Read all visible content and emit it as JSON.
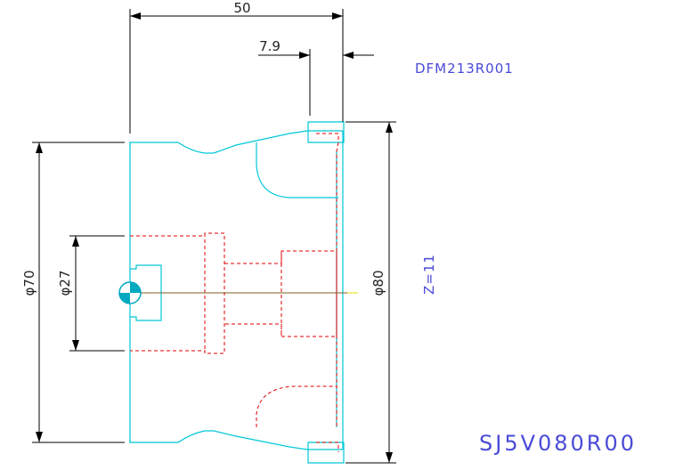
{
  "drawing": {
    "code": "DFM213R001",
    "model": "SJ5V080R00",
    "teeth": "Z=11"
  },
  "dimensions": {
    "overall_length": "50",
    "offset": "7.9",
    "outer_diameter": "φ80",
    "body_diameter": "φ70",
    "bore_diameter": "φ27"
  },
  "colors": {
    "outline": "#00c8d8",
    "hidden": "#e00000",
    "dimension": "#000000",
    "label": "#4a4ad8",
    "centerline": "#806020"
  }
}
